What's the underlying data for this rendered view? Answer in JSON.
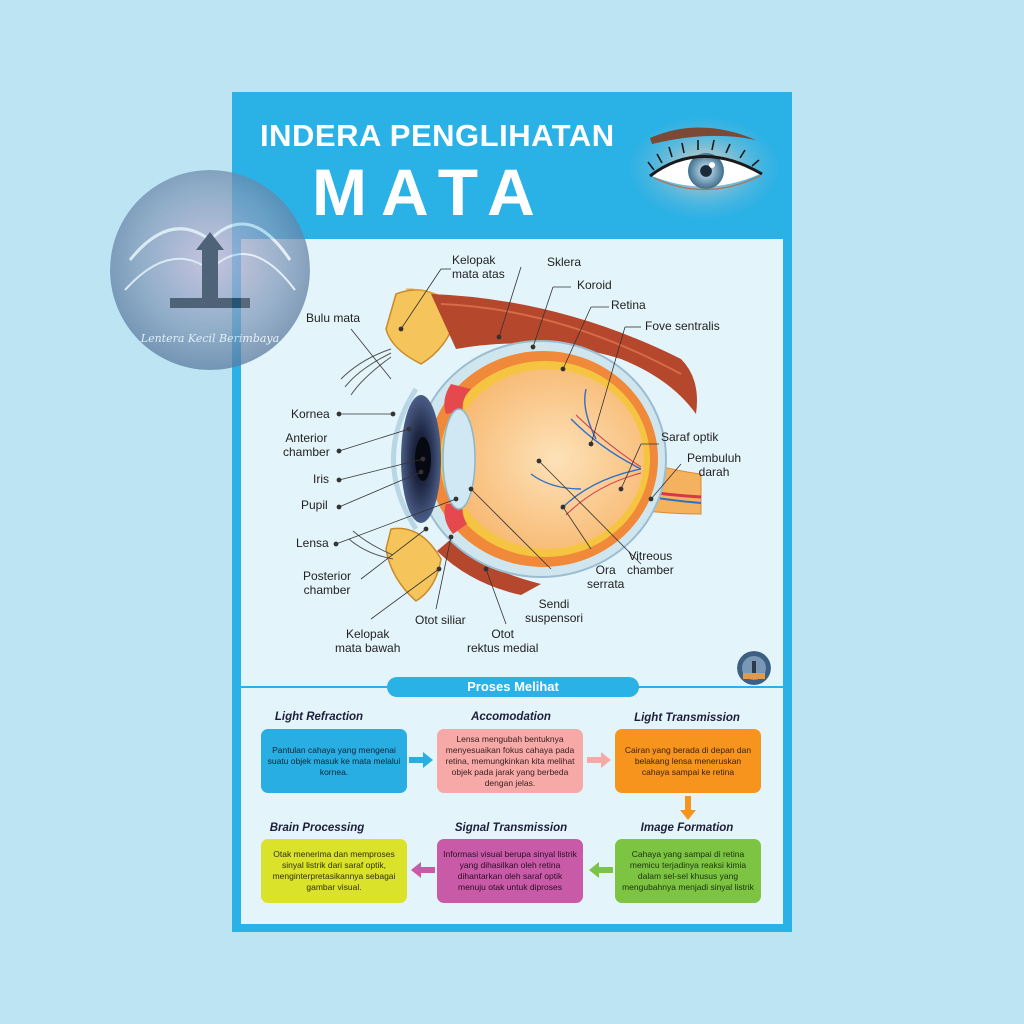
{
  "poster": {
    "title_line1": "INDERA PENGLIHATAN",
    "title_line2": "MATA"
  },
  "watermark": {
    "text": "Lentera Kecil Berimbaya"
  },
  "diagram": {
    "labels": {
      "kelopak_atas": "Kelopak\nmata atas",
      "sklera": "Sklera",
      "koroid": "Koroid",
      "retina": "Retina",
      "fove": "Fove sentralis",
      "bulu_mata": "Bulu mata",
      "kornea": "Kornea",
      "anterior": "Anterior\nchamber",
      "iris": "Iris",
      "pupil": "Pupil",
      "lensa": "Lensa",
      "posterior": "Posterior\nchamber",
      "kelopak_bawah": "Kelopak\nmata bawah",
      "otot_siliar": "Otot siliar",
      "otot_rektus": "Otot\nrektus medial",
      "sendi": "Sendi\nsuspensori",
      "ora": "Ora\nserrata",
      "vitreous": "Vitreous\nchamber",
      "saraf_optik": "Saraf optik",
      "pembuluh": "Pembuluh\ndarah"
    }
  },
  "process": {
    "header": "Proses Melihat",
    "steps": [
      {
        "title": "Light Refraction",
        "text": "Pantulan cahaya yang mengenai suatu objek masuk ke mata melalui kornea.",
        "color": "#29aee3"
      },
      {
        "title": "Accomodation",
        "text": "Lensa mengubah bentuknya menyesuaikan fokus cahaya pada retina, memungkinkan kita melihat objek pada jarak yang berbeda dengan jelas.",
        "color": "#f6a9a7"
      },
      {
        "title": "Light Transmission",
        "text": "Cairan yang berada di depan dan belakang lensa meneruskan cahaya sampai ke retina",
        "color": "#f7941d"
      },
      {
        "title": "Image Formation",
        "text": "Cahaya yang sampai di retina memicu terjadinya reaksi kimia dalam sel-sel khusus yang mengubahnya menjadi sinyal listrik",
        "color": "#7cc442"
      },
      {
        "title": "Signal Transmission",
        "text": "Informasi visual berupa sinyal listrik yang dihasilkan oleh retina dihantarkan oleh saraf optik menuju otak untuk diproses",
        "color": "#c85aa8"
      },
      {
        "title": "Brain Processing",
        "text": "Otak menerima dan memproses sinyal listrik dari saraf optik, menginterpretasikannya sebagai gambar visual.",
        "color": "#dbe22a"
      }
    ]
  }
}
